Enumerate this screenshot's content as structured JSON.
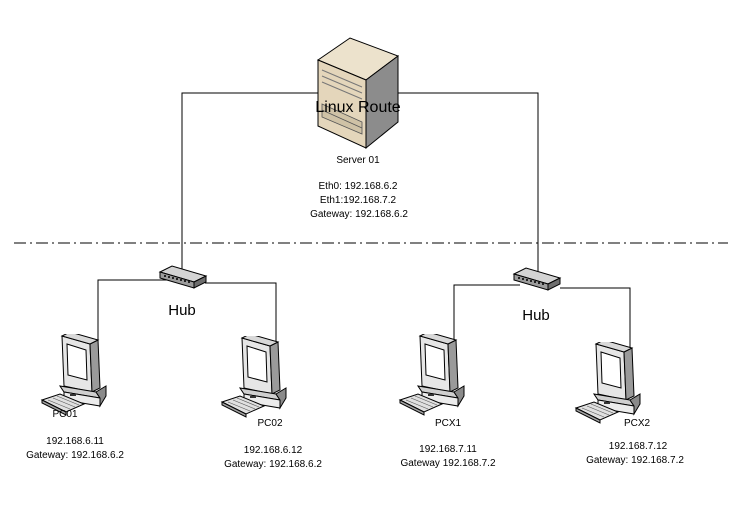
{
  "server": {
    "overlay_label": "Linux Route",
    "name": "Server 01",
    "details": [
      "Eth0: 192.168.6.2",
      "Eth1:192.168.7.2",
      "Gateway: 192.168.6.2"
    ]
  },
  "hubs": [
    {
      "label": "Hub"
    },
    {
      "label": "Hub"
    }
  ],
  "pcs": [
    {
      "name": "PC01",
      "lines": [
        "192.168.6.11",
        "Gateway: 192.168.6.2"
      ]
    },
    {
      "name": "PC02",
      "lines": [
        "192.168.6.12",
        "Gateway: 192.168.6.2"
      ]
    },
    {
      "name": "PCX1",
      "lines": [
        "192.168.7.11",
        "Gateway 192.168.7.2"
      ]
    },
    {
      "name": "PCX2",
      "lines": [
        "192.168.7.12",
        "Gateway: 192.168.7.2"
      ]
    }
  ],
  "colors": {
    "line": "#000000",
    "device_light": "#f0f0f0",
    "device_mid": "#c8c8c8",
    "device_dark": "#7a7a7a",
    "server_tan": "#e8dcc4",
    "hub_body": "#b8b8b8",
    "screen": "#ffffff"
  }
}
